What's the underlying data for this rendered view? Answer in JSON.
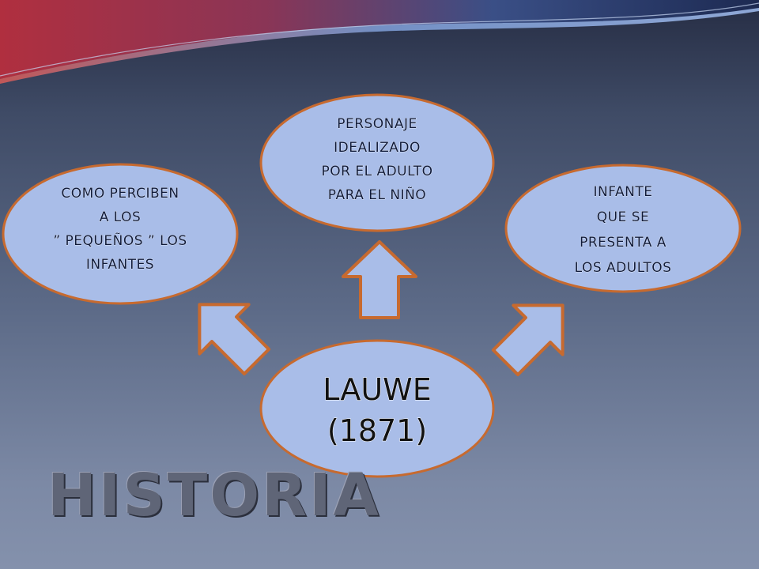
{
  "slide": {
    "title": "HISTORIA"
  },
  "center": {
    "line1": "LAUWE",
    "line2": "(1871)"
  },
  "nodes": {
    "left": {
      "lines": [
        "COMO PERCIBEN",
        "A LOS",
        "” PEQUEÑOS ” LOS",
        "INFANTES"
      ]
    },
    "top": {
      "lines": [
        "PERSONAJE",
        "IDEALIZADO",
        "POR EL ADULTO",
        "PARA EL NIÑO"
      ]
    },
    "right": {
      "lines": [
        "INFANTE",
        "QUE SE",
        "PRESENTA A",
        "LOS ADULTOS"
      ]
    }
  },
  "colors": {
    "ellipse_fill": "#a9bde8",
    "ellipse_stroke": "#c76a2f",
    "arrow_fill": "#a9bde8",
    "arrow_stroke": "#c76a2f",
    "banner_red": "#9b2f45",
    "banner_blue": "#5b79b8"
  }
}
